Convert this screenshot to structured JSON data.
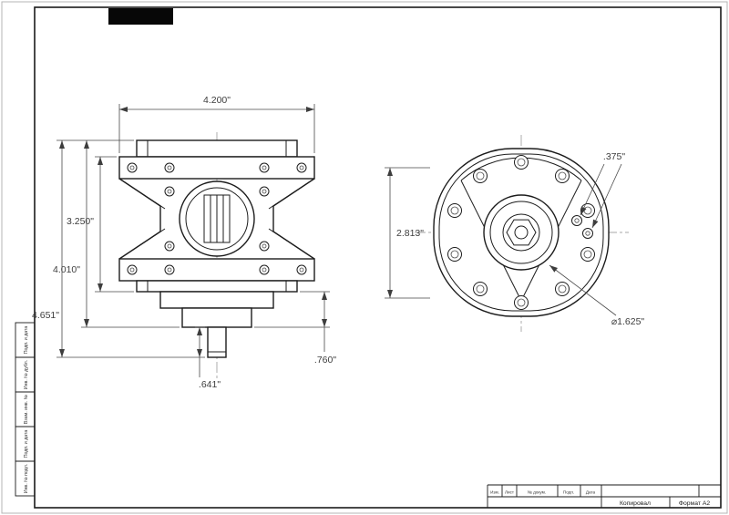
{
  "dims": {
    "side_width": "4.200\"",
    "side_h1": "3.250\"",
    "side_h2": "4.010\"",
    "side_h3": "4.651\"",
    "tip_len": ".641\"",
    "hub_len": ".760\"",
    "front_height": "2.813\"",
    "port": ".375\"",
    "bore": "⌀1.625\""
  },
  "title_block": {
    "columns": [
      "Изм.",
      "Лист",
      "№ докум.",
      "Подп.",
      "Дата"
    ],
    "copied_label": "Копировал",
    "format_label": "Формат А2"
  },
  "side_strip": {
    "cells": [
      "Подп. и дата",
      "Инв. № дубл.",
      "Взам. инв. №",
      "Подп. и дата",
      "Инв. № подл."
    ]
  }
}
